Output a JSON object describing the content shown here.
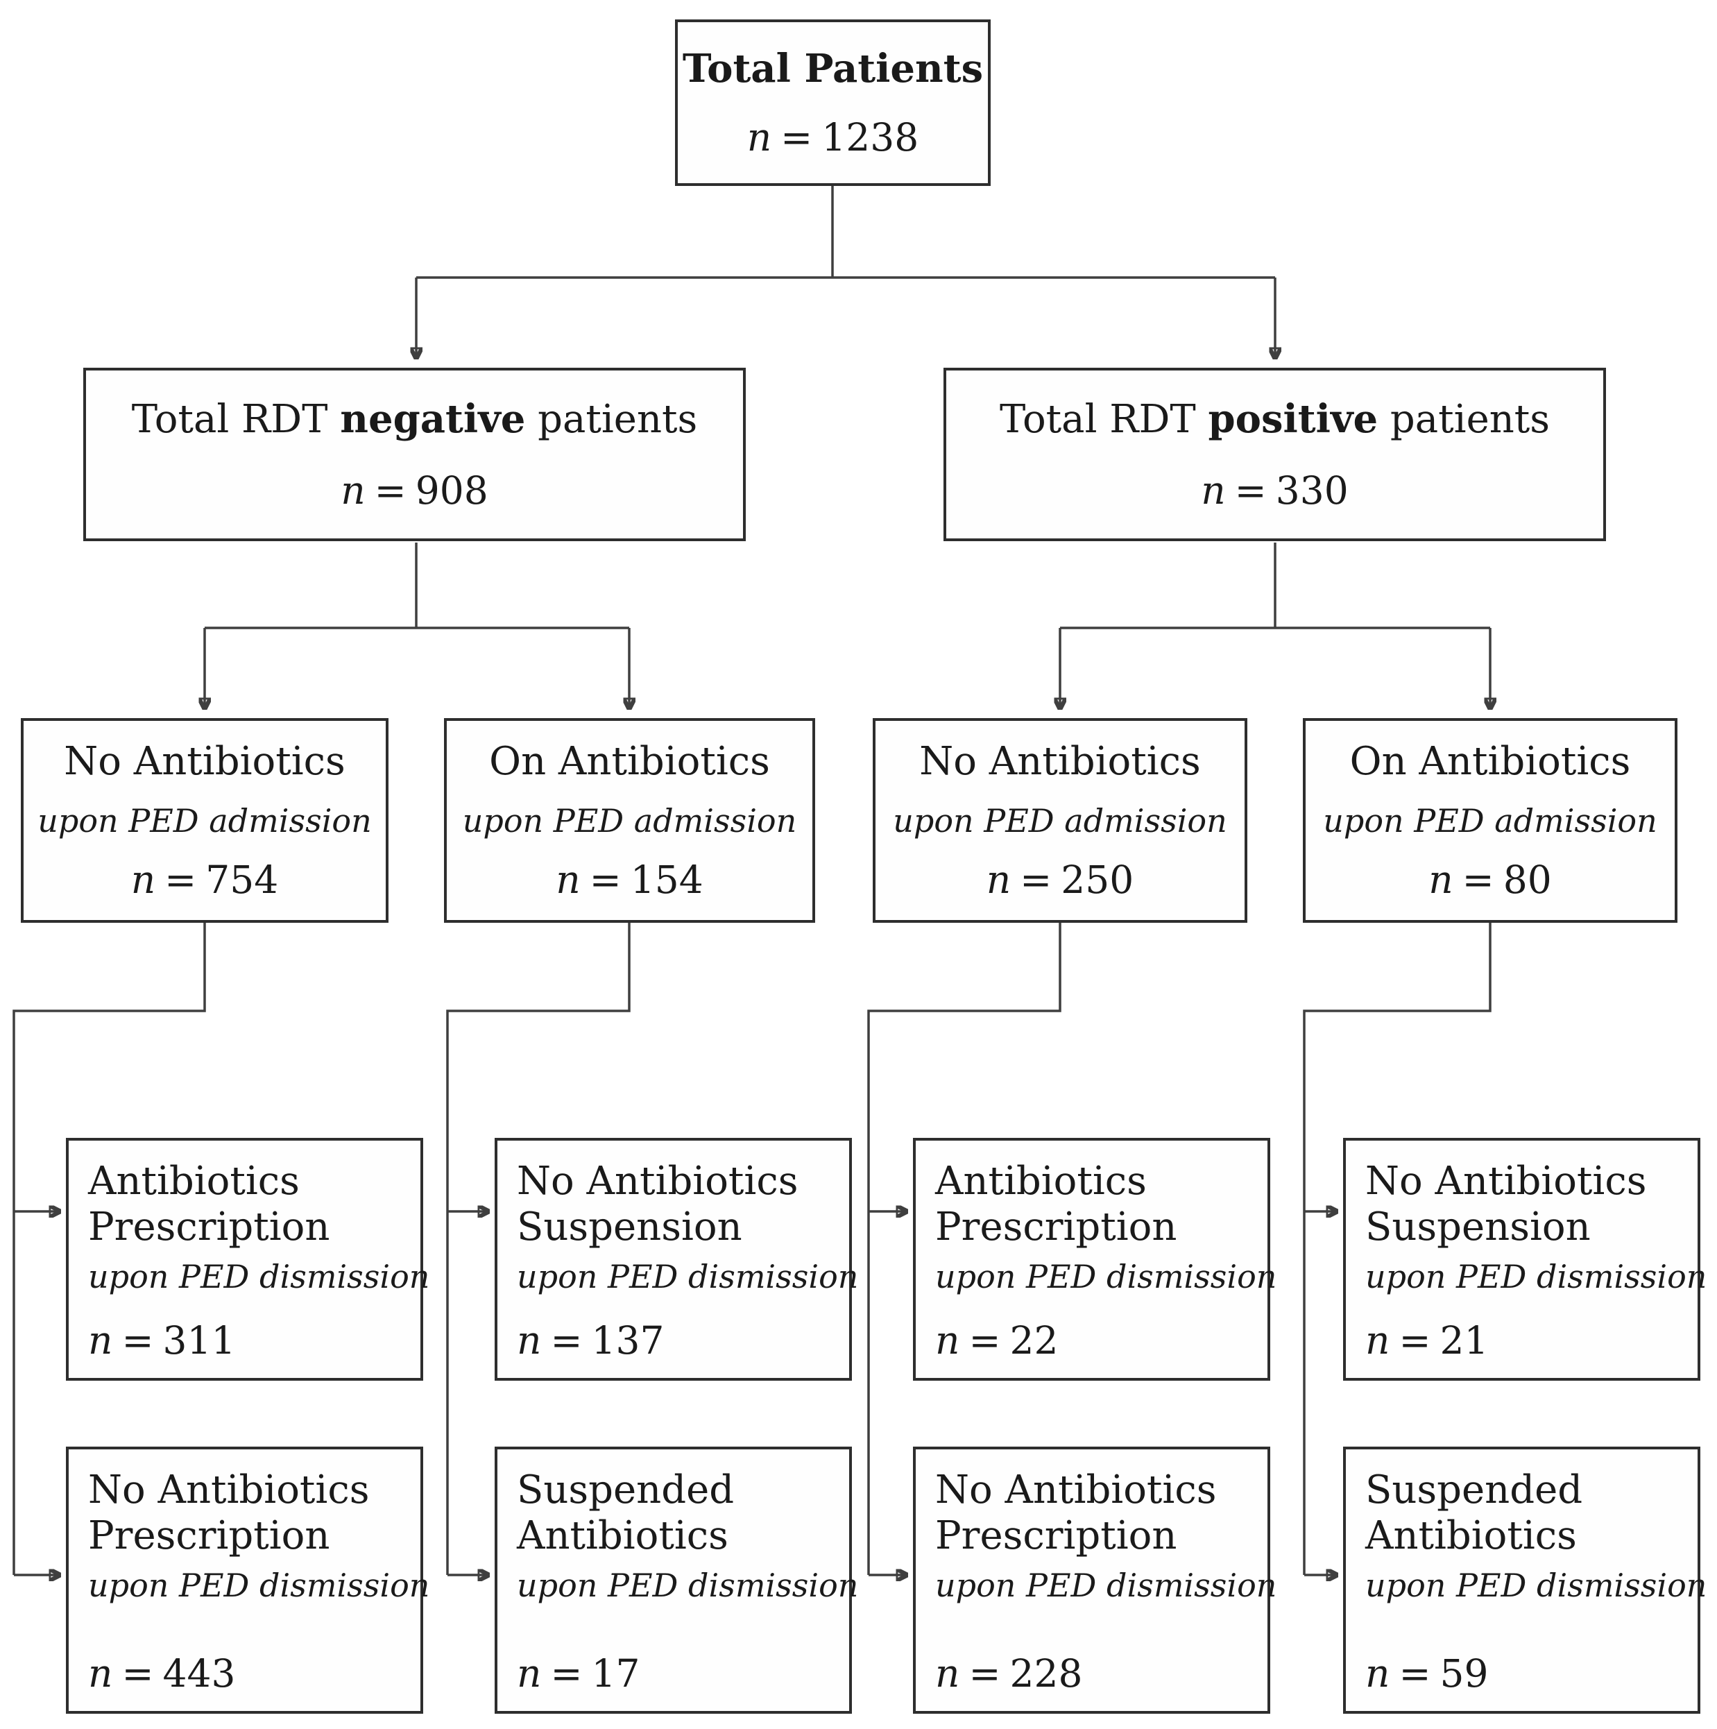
{
  "diagram": {
    "title": "Patient RDT antibiotic flowchart",
    "n_var": "n",
    "n_eq": "=",
    "colors": {
      "line": "#3f3f3f",
      "border": "#2e2e2e",
      "background": "#ffffff",
      "text": "#1a1a1a"
    },
    "nodes": {
      "root": {
        "title": "Total Patients",
        "n": "1238"
      },
      "level2": [
        {
          "pre": "Total RDT ",
          "bold": "negative",
          "post": " patients",
          "n": "908"
        },
        {
          "pre": "Total RDT ",
          "bold": "positive",
          "post": " patients",
          "n": "330"
        }
      ],
      "level3": [
        {
          "title": "No Antibiotics",
          "sub": "upon PED admission",
          "n": "754"
        },
        {
          "title": "On Antibiotics",
          "sub": "upon PED admission",
          "n": "154"
        },
        {
          "title": "No Antibiotics",
          "sub": "upon PED admission",
          "n": "250"
        },
        {
          "title": "On Antibiotics",
          "sub": "upon PED admission",
          "n": "80"
        }
      ],
      "level4": [
        {
          "line1": "Antibiotics",
          "line2": "Prescription",
          "sub": "upon PED dismission",
          "n": "311"
        },
        {
          "line1": "No Antibiotics",
          "line2": "Suspension",
          "sub": "upon PED dismission",
          "n": "137"
        },
        {
          "line1": "Antibiotics",
          "line2": "Prescription",
          "sub": "upon PED dismission",
          "n": "22"
        },
        {
          "line1": "No Antibiotics",
          "line2": "Suspension",
          "sub": "upon PED dismission",
          "n": "21"
        }
      ],
      "level5": [
        {
          "line1": "No Antibiotics",
          "line2": "Prescription",
          "sub": "upon PED dismission",
          "n": "443"
        },
        {
          "line1": "Suspended",
          "line2": "Antibiotics",
          "sub": "upon PED dismission",
          "n": "17"
        },
        {
          "line1": "No Antibiotics",
          "line2": "Prescription",
          "sub": "upon PED dismission",
          "n": "228"
        },
        {
          "line1": "Suspended",
          "line2": "Antibiotics",
          "sub": "upon PED dismission",
          "n": "59"
        }
      ]
    }
  }
}
